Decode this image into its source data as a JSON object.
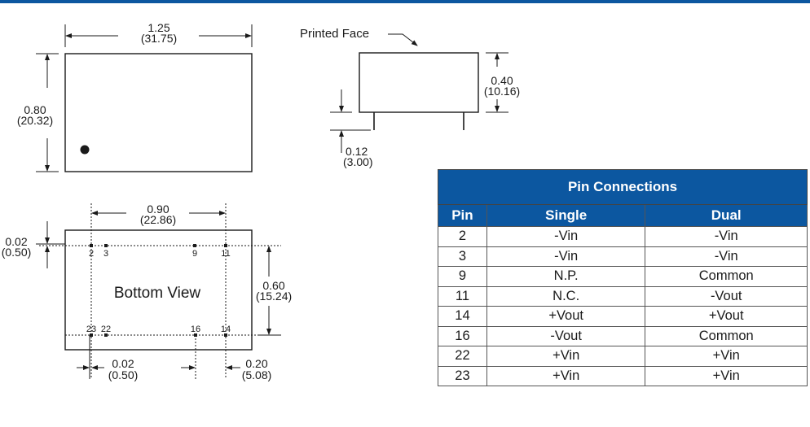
{
  "header": {
    "accent_color": "#0c57a0"
  },
  "top_view": {
    "width_label": "1.25",
    "width_label_mm": "(31.75)",
    "height_label": "0.80",
    "height_label_mm": "(20.32)"
  },
  "side_view": {
    "printed_face_label": "Printed Face",
    "height_label": "0.40",
    "height_label_mm": "(10.16)",
    "pin_length_label": "0.12",
    "pin_length_label_mm": "(3.00)"
  },
  "bottom_view": {
    "title": "Bottom View",
    "pin_span_label": "0.90",
    "pin_span_label_mm": "(22.86)",
    "row_spacing_label": "0.60",
    "row_spacing_label_mm": "(15.24)",
    "edge_offset_label": "0.02",
    "edge_offset_label_mm": "(0.50)",
    "bottom_offset_label": "0.02",
    "bottom_offset_label_mm": "(0.50)",
    "pin_pitch_label": "0.20",
    "pin_pitch_label_mm": "(5.08)",
    "pins_top": [
      "2",
      "3",
      "9",
      "11"
    ],
    "pins_bottom": [
      "23",
      "22",
      "16",
      "14"
    ]
  },
  "pin_table": {
    "title": "Pin Connections",
    "headers": [
      "Pin",
      "Single",
      "Dual"
    ],
    "rows": [
      [
        "2",
        "-Vin",
        "-Vin"
      ],
      [
        "3",
        "-Vin",
        "-Vin"
      ],
      [
        "9",
        "N.P.",
        "Common"
      ],
      [
        "11",
        "N.C.",
        "-Vout"
      ],
      [
        "14",
        "+Vout",
        "+Vout"
      ],
      [
        "16",
        "-Vout",
        "Common"
      ],
      [
        "22",
        "+Vin",
        "+Vin"
      ],
      [
        "23",
        "+Vin",
        "+Vin"
      ]
    ]
  }
}
